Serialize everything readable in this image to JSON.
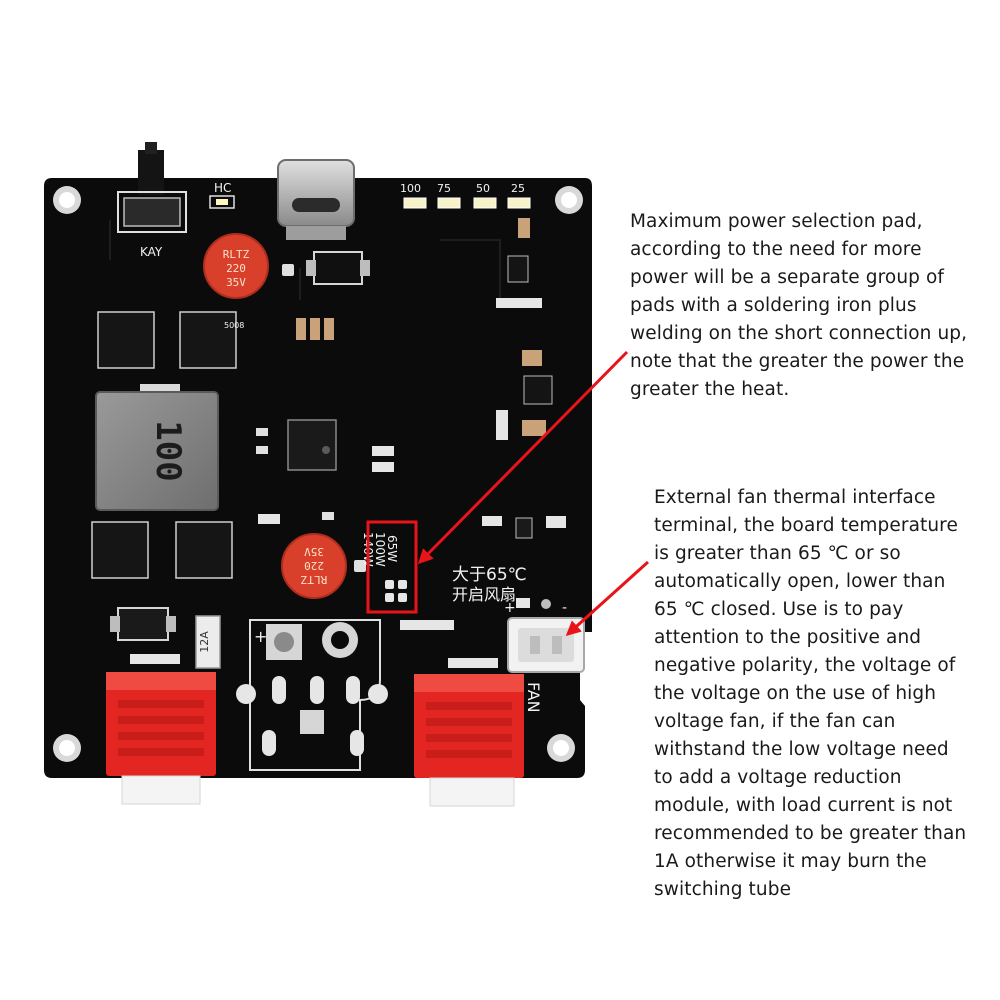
{
  "colors": {
    "pcb": "#0b0b0b",
    "silkscreen": "#f2f2f2",
    "connector_red": "#e32621",
    "capacitor_red": "#d8402c",
    "annotation": "#e8141a",
    "text": "#1a1a1a"
  },
  "board": {
    "hc_label": "HC",
    "key_label": "KAY",
    "led_labels": [
      "100",
      "75",
      "50",
      "25"
    ],
    "inductor_code": "100",
    "cap_top": {
      "brand": "RLTZ",
      "value": "220",
      "voltage": "35V"
    },
    "cap_mid": {
      "brand": "RLTZ",
      "value": "220",
      "voltage": "35V"
    },
    "power_pads": [
      "65W",
      "100W",
      "140W"
    ],
    "fan_temp_label": "大于65℃",
    "fan_open_label": "开启风扇",
    "fan_polarity": {
      "plus": "+",
      "minus": "-"
    },
    "fan_label": "FAN",
    "fuse_label": "12A",
    "resistor_code": "5008",
    "plus_sign": "+",
    "minus_sign": "-"
  },
  "annotations": {
    "power_pad": {
      "lines": [
        "Maximum power selection pad,",
        "according to the need for more",
        "power will be a separate group of",
        "pads with a soldering iron plus",
        "welding on the short connection up,",
        "note that the greater the power the",
        "greater the heat."
      ]
    },
    "fan_interface": {
      "lines": [
        "External fan thermal interface",
        "terminal, the board temperature",
        "is greater than 65 ℃ or so",
        "automatically open, lower than",
        "65 ℃ closed. Use is to pay",
        "attention to the positive and",
        "negative polarity, the voltage of",
        "the voltage on the use of high",
        "voltage fan, if the fan can",
        "withstand the low voltage need",
        "to add a voltage reduction",
        "module, with load current is not",
        "recommended to be greater than",
        "1A otherwise it may burn the",
        "switching tube"
      ]
    }
  }
}
